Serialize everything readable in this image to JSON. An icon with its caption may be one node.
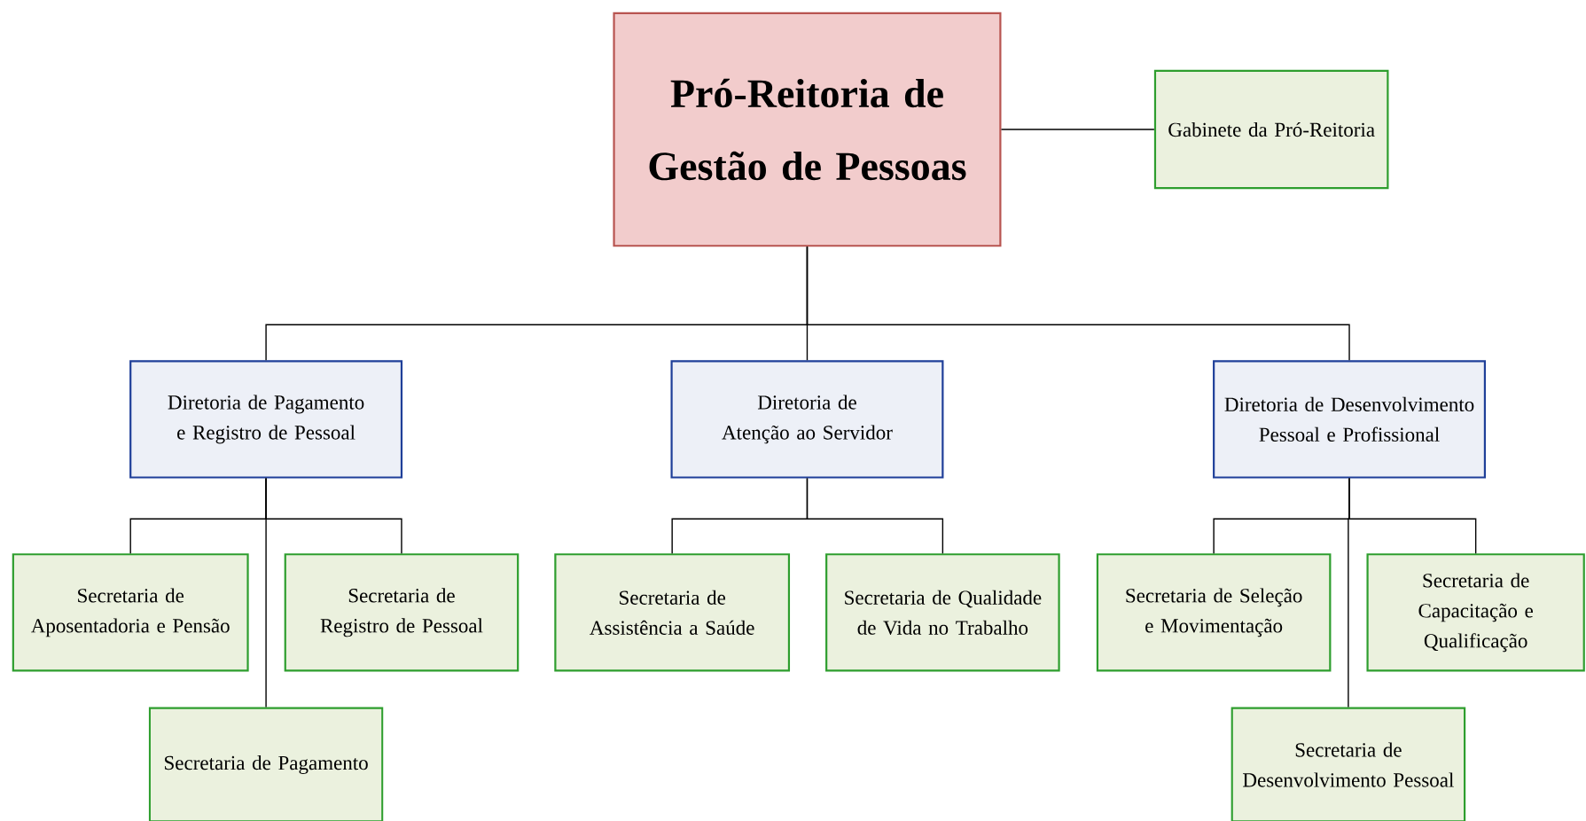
{
  "diagram": {
    "nodes": [
      {
        "text": [
          "Pró-Reitoria de Gestão de Pessoas"
        ]
      },
      {
        "text": [
          "Gabinete da Pró-Reitoria"
        ]
      },
      {
        "text": [
          "Diretoria de Pagamento e Registro de Pessoal"
        ]
      },
      {
        "text": [
          "Diretoria de Atenção ao Servidor"
        ]
      },
      {
        "text": [
          "Diretoria de Desenvolvimento Pessoal e Profissional"
        ]
      },
      {
        "text": [
          "Secretaria de Aposentadoria e Pensão"
        ]
      },
      {
        "text": [
          "Secretaria de Registro de Pessoal"
        ]
      },
      {
        "text": [
          "Secretaria de Pagamento"
        ]
      },
      {
        "text": [
          "Secretaria de Assistência a Saúde"
        ]
      },
      {
        "text": [
          "Secretaria de Qualidade de Vida no Trabalho"
        ]
      },
      {
        "text": [
          "Secretaria de Seleção e Movimentação"
        ]
      },
      {
        "text": [
          "Secretaria de Capacitação e Qualificação"
        ]
      },
      {
        "text": [
          "Secretaria de Desenvolvimento Pessoal"
        ]
      }
    ],
    "edges": [
      {
        "from": 0,
        "to": 1,
        "arrow": "none"
      },
      {
        "from": 0,
        "to": 2,
        "arrow": "none"
      },
      {
        "from": 0,
        "to": 3,
        "arrow": "none"
      },
      {
        "from": 0,
        "to": 4,
        "arrow": "none"
      },
      {
        "from": 2,
        "to": 5,
        "arrow": "none"
      },
      {
        "from": 2,
        "to": 6,
        "arrow": "none"
      },
      {
        "from": 2,
        "to": 7,
        "arrow": "none"
      },
      {
        "from": 3,
        "to": 8,
        "arrow": "none"
      },
      {
        "from": 3,
        "to": 9,
        "arrow": "none"
      },
      {
        "from": 4,
        "to": 10,
        "arrow": "none"
      },
      {
        "from": 4,
        "to": 11,
        "arrow": "none"
      },
      {
        "from": 4,
        "to": 12,
        "arrow": "none"
      }
    ]
  }
}
